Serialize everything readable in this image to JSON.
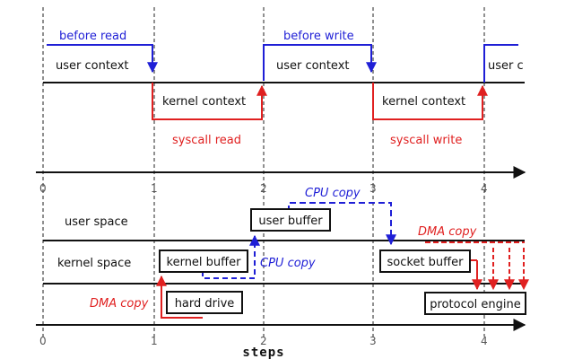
{
  "colors": {
    "user": "#1f1fd6",
    "kernel": "#e02020",
    "line": "#111111",
    "guide": "#222222"
  },
  "labels": {
    "before_read": "before read",
    "before_write": "before write",
    "user_context_1": "user context",
    "user_context_2": "user context",
    "user_context_3": "user c",
    "kernel_context_1": "kernel context",
    "kernel_context_2": "kernel context",
    "syscall_read": "syscall read",
    "syscall_write": "syscall write",
    "user_space": "user space",
    "kernel_space": "kernel space",
    "cpu_copy_top": "CPU copy",
    "cpu_copy_mid": "CPU copy",
    "dma_copy_left": "DMA copy",
    "dma_copy_right": "DMA copy",
    "axis_title": "steps"
  },
  "boxes": {
    "user_buffer": "user buffer",
    "kernel_buffer": "kernel buffer",
    "socket_buffer": "socket buffer",
    "hard_drive": "hard drive",
    "protocol_engine": "protocol engine"
  },
  "ticks_top": [
    "0",
    "1",
    "2",
    "3",
    "4"
  ],
  "ticks_bottom": [
    "0",
    "1",
    "2",
    "3",
    "4"
  ]
}
